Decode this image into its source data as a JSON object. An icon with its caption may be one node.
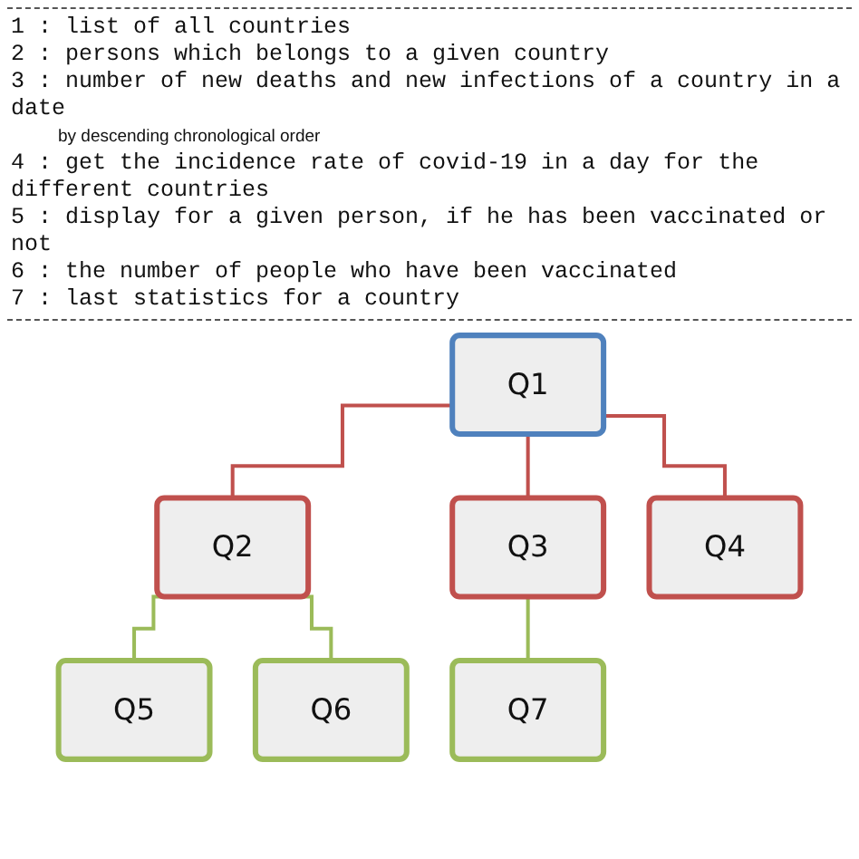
{
  "diagram": {
    "nodes": [
      {
        "text": [
          "Q1"
        ]
      },
      {
        "text": [
          "Q2"
        ]
      },
      {
        "text": [
          "Q3"
        ]
      },
      {
        "text": [
          "Q4"
        ]
      },
      {
        "text": [
          "Q5"
        ]
      },
      {
        "text": [
          "Q6"
        ]
      },
      {
        "text": [
          "Q7"
        ]
      }
    ],
    "edges": [
      {
        "from": 0,
        "to": 1,
        "arrow": "none",
        "color": "#c0504d"
      },
      {
        "from": 0,
        "to": 2,
        "arrow": "none",
        "color": "#c0504d"
      },
      {
        "from": 0,
        "to": 3,
        "arrow": "none",
        "color": "#c0504d"
      },
      {
        "from": 1,
        "to": 4,
        "arrow": "none",
        "color": "#9bbb59"
      },
      {
        "from": 1,
        "to": 5,
        "arrow": "none",
        "color": "#9bbb59"
      },
      {
        "from": 2,
        "to": 6,
        "arrow": "none",
        "color": "#9bbb59"
      }
    ],
    "labels": [
      "1 : list of all countries",
      "2 : persons which belongs to a given country",
      "3 : number of new deaths and new infections of a country in a date",
      "by descending chronological order",
      "4 : get the incidence rate of covid-19 in a day for the different countries",
      "5 : display for a given person, if he has been vaccinated or not",
      "6 : the number of people who have been vaccinated",
      "7 : last statistics for a country"
    ]
  }
}
